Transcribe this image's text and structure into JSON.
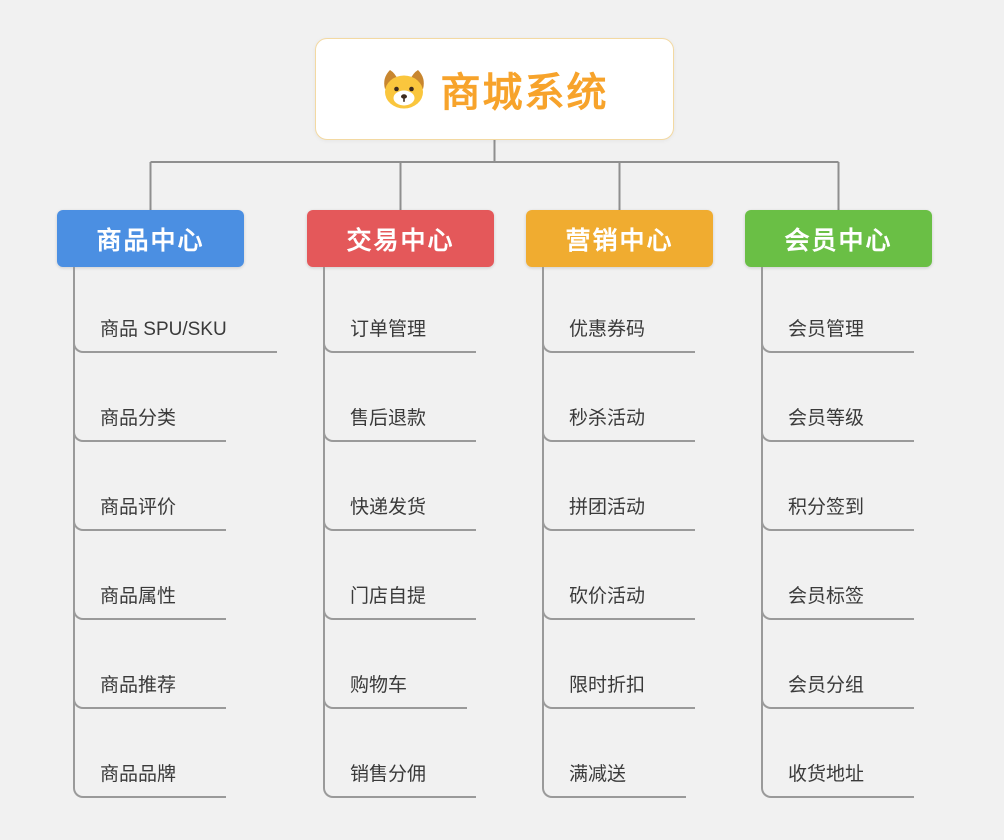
{
  "root": {
    "label": "商城系统",
    "icon": "dog-face-icon"
  },
  "branches": [
    {
      "label": "商品中心",
      "color": "#4b8fe2",
      "children": [
        "商品 SPU/SKU",
        "商品分类",
        "商品评价",
        "商品属性",
        "商品推荐",
        "商品品牌"
      ]
    },
    {
      "label": "交易中心",
      "color": "#e4585a",
      "children": [
        "订单管理",
        "售后退款",
        "快递发货",
        "门店自提",
        "购物车",
        "销售分佣"
      ]
    },
    {
      "label": "营销中心",
      "color": "#f0ac30",
      "children": [
        "优惠券码",
        "秒杀活动",
        "拼团活动",
        "砍价活动",
        "限时折扣",
        "满减送"
      ]
    },
    {
      "label": "会员中心",
      "color": "#6abf45",
      "children": [
        "会员管理",
        "会员等级",
        "积分签到",
        "会员标签",
        "会员分组",
        "收货地址"
      ]
    }
  ],
  "colors": {
    "background": "#f1f1f1",
    "connector": "#9a9a9a",
    "root_text": "#f7a32b",
    "root_border": "#f3d9a2",
    "child_text": "#3a3a3a"
  }
}
